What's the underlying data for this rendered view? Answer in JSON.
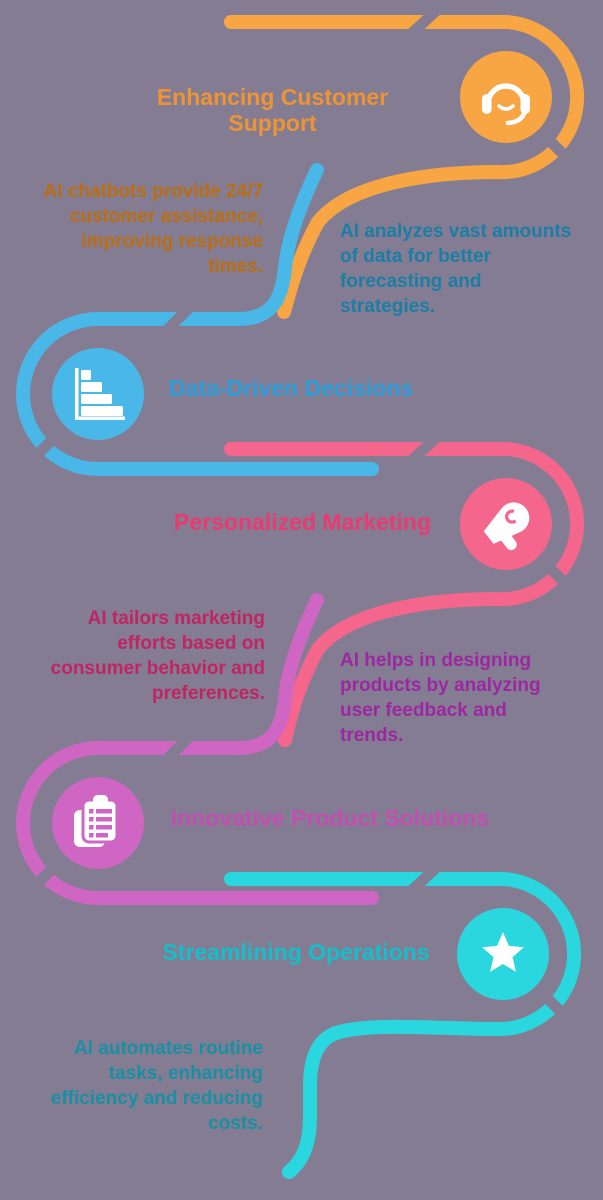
{
  "background": "#847C92",
  "sections": [
    {
      "title": "Enhancing Customer Support",
      "title_color": "#EE9434",
      "ribbon_color": "#F8A544",
      "description": "AI chatbots provide 24/7\ncustomer assistance,\nimproving response\ntimes.",
      "description_color": "#B96E13",
      "icon": "headset-icon",
      "side": "right"
    },
    {
      "title": "Data-Driven Decisions",
      "title_color": "#2B9CD8",
      "ribbon_color": "#49B8E8",
      "description": "AI analyzes vast amounts\nof data for better\nforecasting and\nstrategies.",
      "description_color": "#1A7EA5",
      "icon": "bar-chart-icon",
      "side": "left"
    },
    {
      "title": "Personalized Marketing",
      "title_color": "#E93A72",
      "ribbon_color": "#F4668C",
      "description": "AI tailors marketing\nefforts based on\nconsumer behavior and\npreferences.",
      "description_color": "#C02563",
      "icon": "megaphone-icon",
      "side": "right"
    },
    {
      "title": "Innovative Product Solutions",
      "title_color": "#C04FB0",
      "ribbon_color": "#CF66C4",
      "description": "AI helps in designing\nproducts by analyzing\nuser feedback and\ntrends.",
      "description_color": "#9C27A0",
      "icon": "clipboard-icon",
      "side": "left"
    },
    {
      "title": "Streamlining Operations",
      "title_color": "#12BFCB",
      "ribbon_color": "#2AD7DE",
      "description": "AI automates routine\ntasks, enhancing\nefficiency and reducing\ncosts.",
      "description_color": "#1890A4",
      "icon": "star-icon",
      "side": "right"
    }
  ]
}
